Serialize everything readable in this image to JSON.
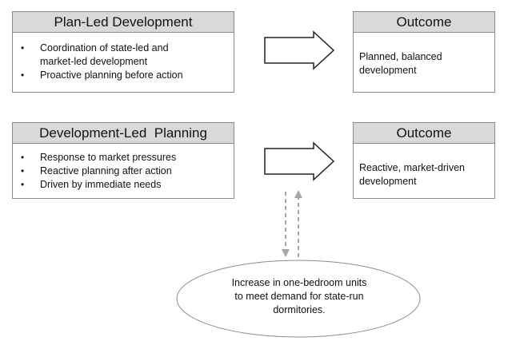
{
  "plan_led": {
    "title": "Plan-Led Development",
    "bullets": [
      "Coordination of state-led and",
      "market-led development",
      "Proactive planning before action"
    ]
  },
  "outcome_top": {
    "title": "Outcome",
    "text_line1": "Planned, balanced",
    "text_line2": "development"
  },
  "dev_led": {
    "title": "Development-Led  Planning",
    "bullets": [
      "Response to market pressures",
      "Reactive planning after action",
      "Driven by immediate needs"
    ]
  },
  "outcome_bottom": {
    "title": "Outcome",
    "text_line1": "Reactive, market-driven",
    "text_line2": "development"
  },
  "note": {
    "line1": "Increase in one-bedroom units",
    "line2": "to meet demand for state-run",
    "line3": "dormitories."
  },
  "colors": {
    "header_fill": "#d9d9d9",
    "border": "#8c8c8c",
    "dashed_arrow": "#a6a6a6"
  }
}
